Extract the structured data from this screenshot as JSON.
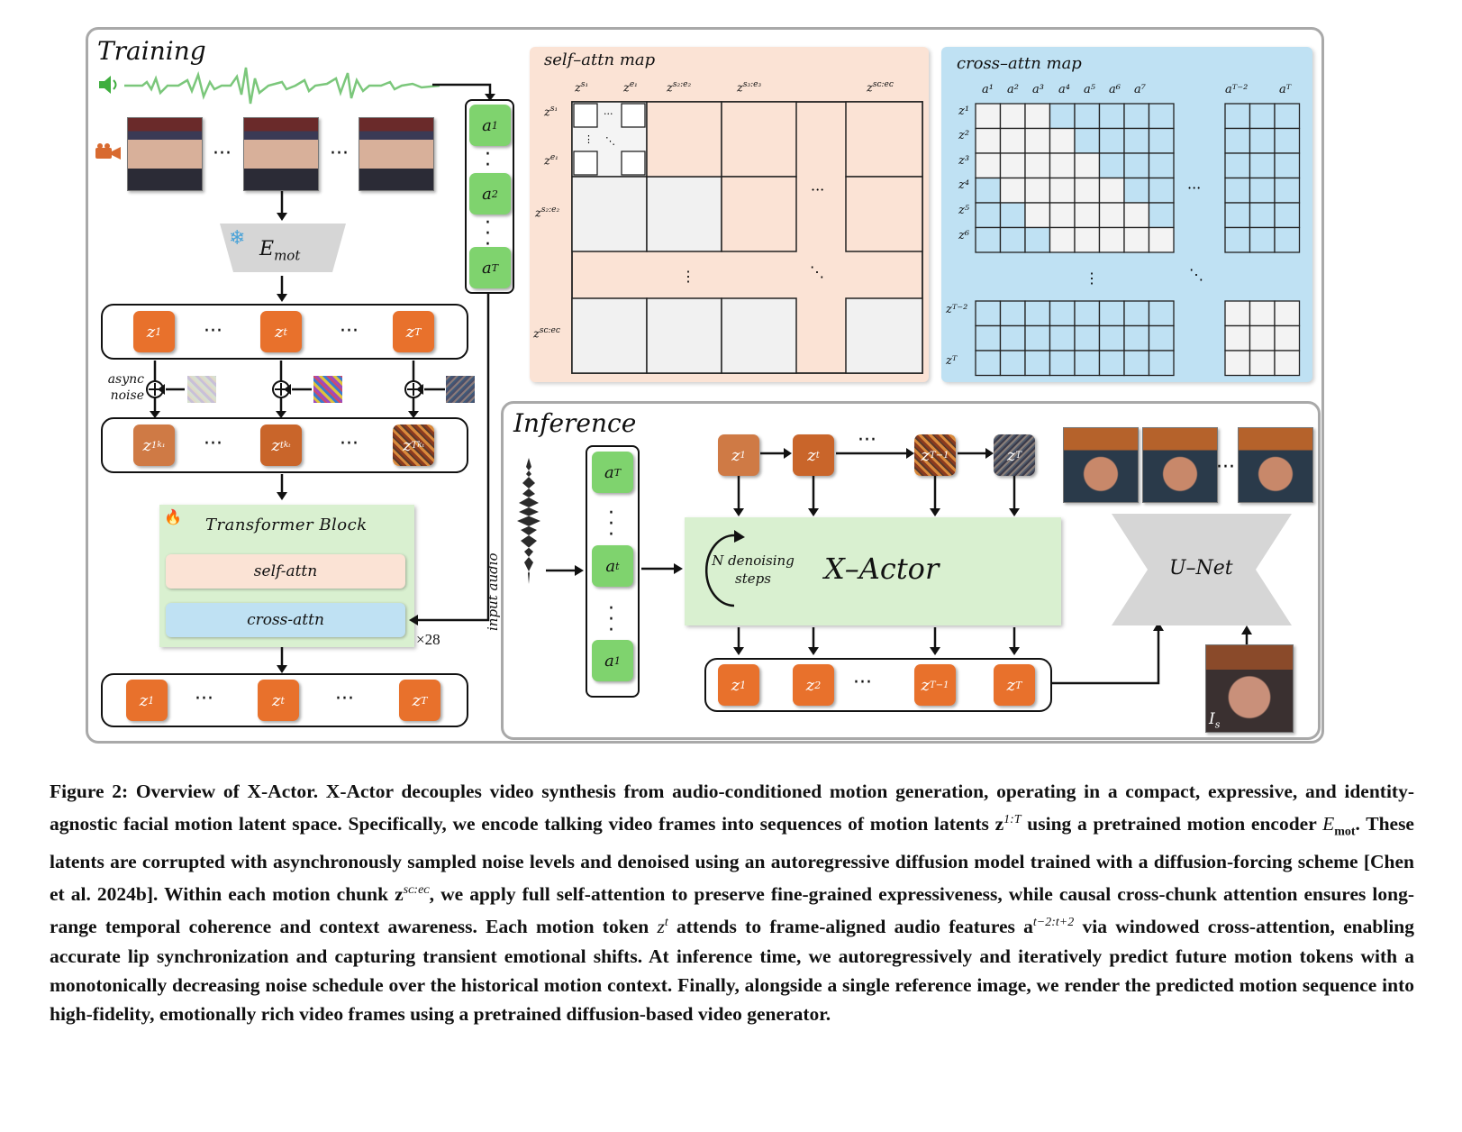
{
  "training": {
    "title": "Training",
    "encoder": "E",
    "encoder_sub": "mot",
    "async_noise": "async noise",
    "tokens_top": [
      "z",
      "z",
      "z"
    ],
    "tokens_top_sup": [
      "1",
      "t",
      "T"
    ],
    "tokens_noisy": [
      "z",
      "z",
      "z"
    ],
    "tokens_noisy_sup": [
      "1",
      "t",
      "T"
    ],
    "tokens_noisy_sub": [
      "k₁",
      "kₜ",
      "kₜ"
    ],
    "transformer_title": "Transformer Block",
    "self_attn": "self-attn",
    "cross_attn": "cross-attn",
    "repeat": "×28",
    "audio_tokens_sup": [
      "1",
      "2",
      "T"
    ],
    "audio_token_base": "a",
    "ellipsis": "···"
  },
  "self_attn_map": {
    "title": "self–attn map",
    "col_labels": [
      "z^{s1}",
      "z^{e1}",
      "z^{s2:e2}",
      "z^{s3:e3}",
      "z^{sC:eC}"
    ],
    "row_labels": [
      "z^{s1}",
      "z^{e1}",
      "z^{s2:e2}",
      "z^{sC:eC}"
    ]
  },
  "cross_attn_map": {
    "title": "cross–attn map",
    "col_labels": [
      "a¹",
      "a²",
      "a³",
      "a⁴",
      "a⁵",
      "a⁶",
      "a⁷",
      "aᵀ⁻²",
      "aᵀ"
    ],
    "row_labels": [
      "z¹",
      "z²",
      "z³",
      "z⁴",
      "z⁵",
      "z⁶",
      "zᵀ⁻²",
      "zᵀ"
    ]
  },
  "inference": {
    "title": "Inference",
    "input_audio": "input audio",
    "model": "X–Actor",
    "denoise": "N denoising steps",
    "unet": "U–Net",
    "ref_label": "I",
    "ref_sub": "s",
    "audio_tokens_sup": [
      "T",
      "t",
      "1"
    ],
    "out_tokens_sup": [
      "1",
      "2",
      "T−1",
      "T"
    ],
    "latent_sup": [
      "1",
      "t",
      "T−1",
      "T"
    ]
  },
  "caption": {
    "p1": "Figure 2: Overview of X-Actor. X-Actor decouples video synthesis from audio-conditioned motion generation, operating in a compact, expressive, and identity-agnostic facial motion latent space. Specifically, we encode talking video frames into sequences of motion latents z",
    "s1": "1:T",
    "p2": " using a pretrained motion encoder ",
    "emot": "E",
    "emot_sub": "mot",
    "p3": ". These latents are corrupted with asynchronously sampled noise levels and denoised using an autoregressive diffusion model trained with a diffusion-forcing scheme [Chen et al. 2024b]. Within each motion chunk z",
    "s2": "sᴄ:eᴄ",
    "p4": ", we apply full self-attention to preserve fine-grained expressiveness, while causal cross-chunk attention ensures long-range temporal coherence and context awareness. Each motion token ",
    "zt": "z",
    "s3": "t",
    "p5": " attends to frame-aligned audio features a",
    "s4": "t−2:t+2",
    "p6": " via windowed cross-attention, enabling accurate lip synchronization and capturing transient emotional shifts. At inference time, we autoregressively and iteratively predict future motion tokens with a monotonically decreasing noise schedule over the historical motion context. Finally, alongside a single reference image, we render the predicted motion sequence into high-fidelity, emotionally rich video frames using a pretrained diffusion-based video generator."
  },
  "colors": {
    "token_orange": "#e8712c",
    "audio_green": "#7fd36e",
    "self_attn_bg": "#fbe3d5",
    "cross_attn_bg": "#bfe1f3",
    "transformer_bg": "#d9f0d0"
  }
}
